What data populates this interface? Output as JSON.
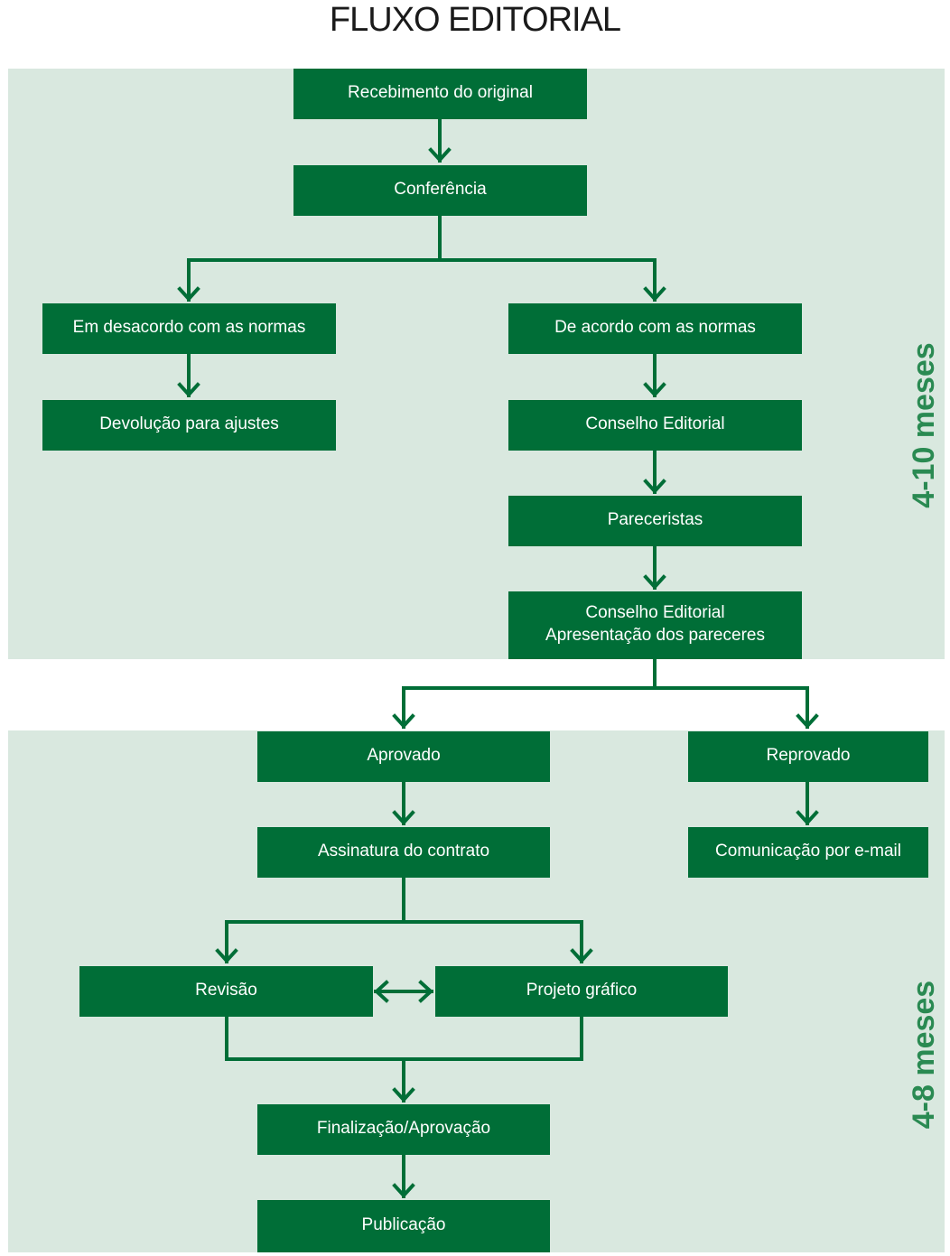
{
  "title": "FLUXO EDITORIAL",
  "colors": {
    "node": "#006e37",
    "band": "#d9e8df",
    "accent_text": "#2a8a52"
  },
  "periods": {
    "top": "4-10 meses",
    "bottom": "4-8 meses"
  },
  "nodes": {
    "recebimento": "Recebimento do original",
    "conferencia": "Conferência",
    "desacordo": "Em desacordo com as normas",
    "devolucao": "Devolução para ajustes",
    "acordo": "De acordo com as normas",
    "conselho1": "Conselho Editorial",
    "pareceristas": "Pareceristas",
    "conselho2_line1": "Conselho Editorial",
    "conselho2_line2": "Apresentação dos pareceres",
    "aprovado": "Aprovado",
    "reprovado": "Reprovado",
    "assinatura": "Assinatura do contrato",
    "comunicacao": "Comunicação por e-mail",
    "revisao": "Revisão",
    "projeto": "Projeto gráfico",
    "finalizacao": "Finalização/Aprovação",
    "publicacao": "Publicação"
  }
}
